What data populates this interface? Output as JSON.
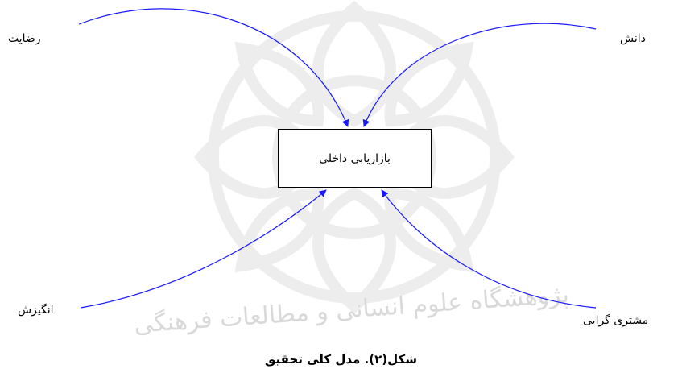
{
  "diagram": {
    "center": {
      "label": "بازاریابی داخلی"
    },
    "nodes": {
      "top_left": "رضایت",
      "top_right": "دانش",
      "bottom_left": "انگیزش",
      "bottom_right": "مشتری گرایی"
    },
    "caption": "شکل(۲). مدل کلی تحقیق",
    "watermark": "پژوهشگاه علوم انسانی و مطالعات فرهنگی",
    "colors": {
      "arrow": "#1a1aff",
      "box_border": "#000000",
      "text": "#000000",
      "watermark": "#d9d9d9"
    }
  }
}
